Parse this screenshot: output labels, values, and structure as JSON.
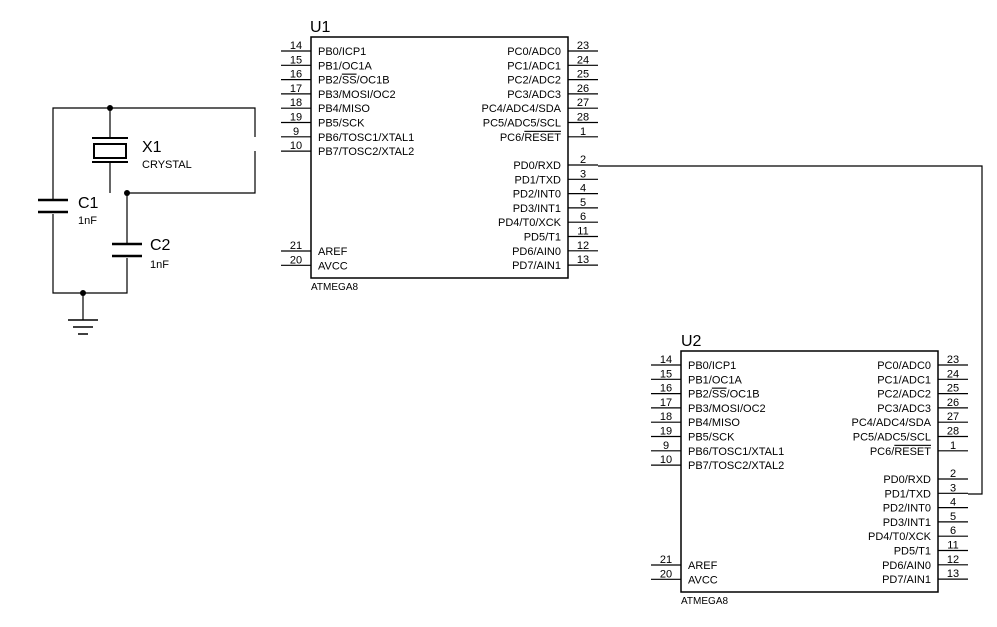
{
  "u1": {
    "refdes": "U1",
    "part": "ATMEGA8",
    "left_pins": [
      {
        "num": "14",
        "name": "PB0/ICP1"
      },
      {
        "num": "15",
        "name": "PB1/OC1A"
      },
      {
        "num": "16",
        "name": "PB2/SS/OC1B"
      },
      {
        "num": "17",
        "name": "PB3/MOSI/OC2"
      },
      {
        "num": "18",
        "name": "PB4/MISO"
      },
      {
        "num": "19",
        "name": "PB5/SCK"
      },
      {
        "num": "9",
        "name": "PB6/TOSC1/XTAL1"
      },
      {
        "num": "10",
        "name": "PB7/TOSC2/XTAL2"
      }
    ],
    "left_bottom_pins": [
      {
        "num": "21",
        "name": "AREF"
      },
      {
        "num": "20",
        "name": "AVCC"
      }
    ],
    "right_top_pins": [
      {
        "num": "23",
        "name": "PC0/ADC0"
      },
      {
        "num": "24",
        "name": "PC1/ADC1"
      },
      {
        "num": "25",
        "name": "PC2/ADC2"
      },
      {
        "num": "26",
        "name": "PC3/ADC3"
      },
      {
        "num": "27",
        "name": "PC4/ADC4/SDA"
      },
      {
        "num": "28",
        "name": "PC5/ADC5/SCL"
      },
      {
        "num": "1",
        "name": "PC6/RESET"
      }
    ],
    "right_bottom_pins": [
      {
        "num": "2",
        "name": "PD0/RXD"
      },
      {
        "num": "3",
        "name": "PD1/TXD"
      },
      {
        "num": "4",
        "name": "PD2/INT0"
      },
      {
        "num": "5",
        "name": "PD3/INT1"
      },
      {
        "num": "6",
        "name": "PD4/T0/XCK"
      },
      {
        "num": "11",
        "name": "PD5/T1"
      },
      {
        "num": "12",
        "name": "PD6/AIN0"
      },
      {
        "num": "13",
        "name": "PD7/AIN1"
      }
    ]
  },
  "u2": {
    "refdes": "U2",
    "part": "ATMEGA8",
    "left_pins": [
      {
        "num": "14",
        "name": "PB0/ICP1"
      },
      {
        "num": "15",
        "name": "PB1/OC1A"
      },
      {
        "num": "16",
        "name": "PB2/SS/OC1B"
      },
      {
        "num": "17",
        "name": "PB3/MOSI/OC2"
      },
      {
        "num": "18",
        "name": "PB4/MISO"
      },
      {
        "num": "19",
        "name": "PB5/SCK"
      },
      {
        "num": "9",
        "name": "PB6/TOSC1/XTAL1"
      },
      {
        "num": "10",
        "name": "PB7/TOSC2/XTAL2"
      }
    ],
    "left_bottom_pins": [
      {
        "num": "21",
        "name": "AREF"
      },
      {
        "num": "20",
        "name": "AVCC"
      }
    ],
    "right_top_pins": [
      {
        "num": "23",
        "name": "PC0/ADC0"
      },
      {
        "num": "24",
        "name": "PC1/ADC1"
      },
      {
        "num": "25",
        "name": "PC2/ADC2"
      },
      {
        "num": "26",
        "name": "PC3/ADC3"
      },
      {
        "num": "27",
        "name": "PC4/ADC4/SDA"
      },
      {
        "num": "28",
        "name": "PC5/ADC5/SCL"
      },
      {
        "num": "1",
        "name": "PC6/RESET"
      }
    ],
    "right_bottom_pins": [
      {
        "num": "2",
        "name": "PD0/RXD"
      },
      {
        "num": "3",
        "name": "PD1/TXD"
      },
      {
        "num": "4",
        "name": "PD2/INT0"
      },
      {
        "num": "5",
        "name": "PD3/INT1"
      },
      {
        "num": "6",
        "name": "PD4/T0/XCK"
      },
      {
        "num": "11",
        "name": "PD5/T1"
      },
      {
        "num": "12",
        "name": "PD6/AIN0"
      },
      {
        "num": "13",
        "name": "PD7/AIN1"
      }
    ]
  },
  "x1": {
    "refdes": "X1",
    "value": "CRYSTAL"
  },
  "c1": {
    "refdes": "C1",
    "value": "1nF"
  },
  "c2": {
    "refdes": "C2",
    "value": "1nF"
  },
  "colors": {
    "wire": "#000000",
    "background": "#ffffff"
  }
}
